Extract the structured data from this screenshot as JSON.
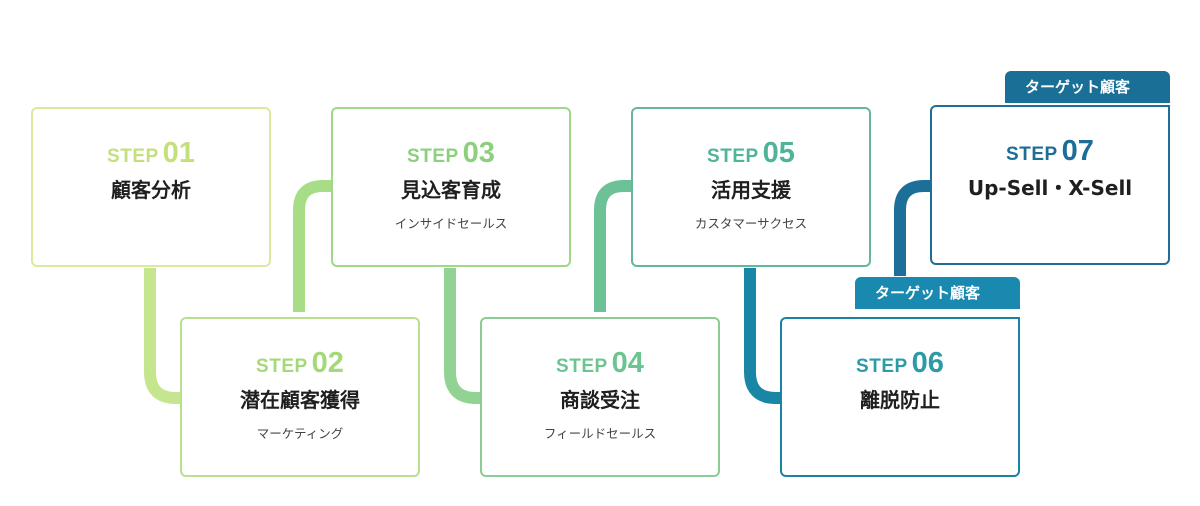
{
  "steps": [
    {
      "step_word": "STEP",
      "number": "01",
      "title": "顧客分析",
      "subtitle": "",
      "color": "#d8eaa0",
      "step_color": "#c3e07d"
    },
    {
      "step_word": "STEP",
      "number": "02",
      "title": "潜在顧客獲得",
      "subtitle": "マーケティング",
      "color": "#b9e08e",
      "step_color": "#a4d879"
    },
    {
      "step_word": "STEP",
      "number": "03",
      "title": "見込客育成",
      "subtitle": "インサイドセールス",
      "color": "#9fd88a",
      "step_color": "#8cd07e"
    },
    {
      "step_word": "STEP",
      "number": "04",
      "title": "商談受注",
      "subtitle": "フィールドセールス",
      "color": "#8bcd91",
      "step_color": "#6cc590"
    },
    {
      "step_word": "STEP",
      "number": "05",
      "title": "活用支援",
      "subtitle": "カスタマーサクセス",
      "color": "#63b89a",
      "step_color": "#4fb49a"
    },
    {
      "step_word": "STEP",
      "number": "06",
      "title": "離脱防止",
      "subtitle": "",
      "color": "#1a82a3",
      "step_color": "#2e9aa8"
    },
    {
      "step_word": "STEP",
      "number": "07",
      "title": "Up-Sell・X-Sell",
      "subtitle": "",
      "color": "#206d96",
      "step_color": "#1e6c98"
    }
  ],
  "target_tags": {
    "step06": "ターゲット顧客",
    "step07": "ターゲット顧客"
  },
  "colors": {
    "tag_step06": "#1a89b0",
    "tag_step07": "#1a6f96",
    "connector_01_02": "#c5e68e",
    "connector_02_03": "#a8dd88",
    "connector_03_04": "#92d394",
    "connector_04_05": "#6cc197",
    "connector_05_06": "#1a86a6",
    "connector_06_07": "#1c6f98"
  }
}
